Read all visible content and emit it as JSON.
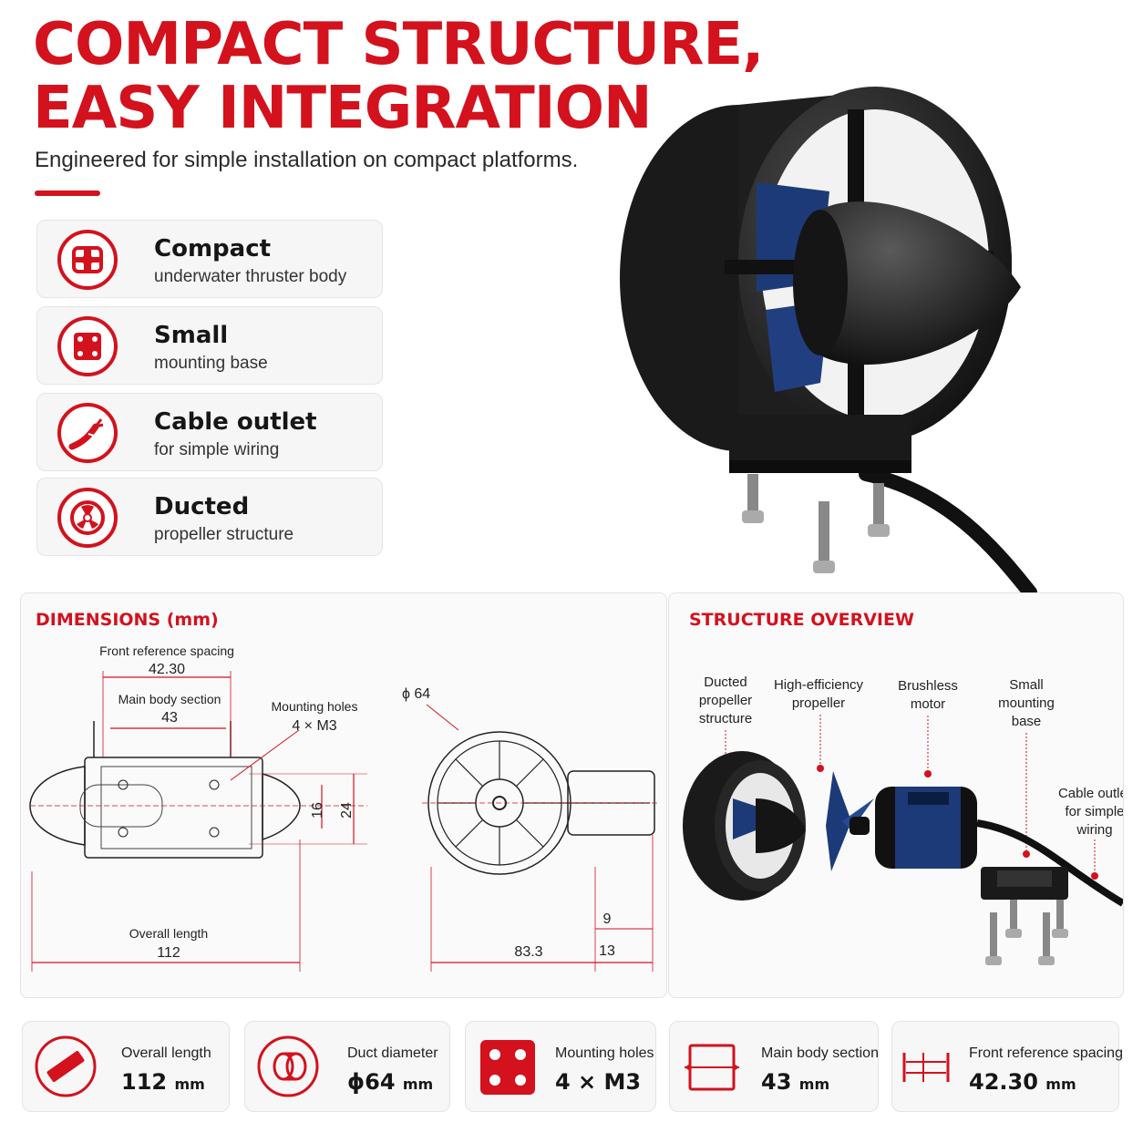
{
  "headline": {
    "line1": "COMPACT STRUCTURE,",
    "line2": "EASY INTEGRATION"
  },
  "subheadline": "Engineered for simple installation on compact platforms.",
  "features": [
    {
      "title": "Compact",
      "subtitle": "underwater thruster body",
      "icon": "thruster-body-icon"
    },
    {
      "title": "Small",
      "subtitle": "mounting base",
      "icon": "mounting-base-icon"
    },
    {
      "title": "Cable outlet",
      "subtitle": "for simple wiring",
      "icon": "cable-icon"
    },
    {
      "title": "Ducted",
      "subtitle": "propeller structure",
      "icon": "propeller-icon"
    }
  ],
  "dimensions": {
    "title": "DIMENSIONS (mm)",
    "front_ref_label": "Front reference spacing",
    "front_ref_value": "42.30",
    "main_body_label": "Main body section",
    "main_body_value": "43",
    "mounting_holes_label": "Mounting holes",
    "mounting_holes_value": "4 × M3",
    "h16": "16",
    "h24": "24",
    "overall_label": "Overall length",
    "overall_value": "112",
    "diameter": "ϕ 64",
    "width_83": "83.3",
    "dim_9": "9",
    "dim_13": "13"
  },
  "structure": {
    "title": "STRUCTURE OVERVIEW",
    "labels": {
      "ducted": [
        "Ducted",
        "propeller",
        "structure"
      ],
      "propeller": [
        "High-efficiency",
        "propeller"
      ],
      "motor": [
        "Brushless",
        "motor"
      ],
      "base": [
        "Small",
        "mounting",
        "base"
      ],
      "cable": [
        "Cable outlet",
        "for simple",
        "wiring"
      ]
    }
  },
  "specs": [
    {
      "label": "Overall length",
      "value": "112",
      "unit": "mm",
      "icon": "ruler-icon"
    },
    {
      "label": "Duct diameter",
      "value": "ϕ64",
      "unit": "mm",
      "icon": "duct-icon"
    },
    {
      "label": "Mounting holes",
      "value": "4 × M3",
      "unit": "",
      "icon": "holes-icon"
    },
    {
      "label": "Main body section",
      "value": "43",
      "unit": "mm",
      "icon": "section-icon"
    },
    {
      "label": "Front reference spacing",
      "value": "42.30",
      "unit": "mm",
      "icon": "spacing-icon"
    }
  ],
  "colors": {
    "accent": "#d3121d",
    "dark": "#161616",
    "navy": "#1d3a78"
  }
}
